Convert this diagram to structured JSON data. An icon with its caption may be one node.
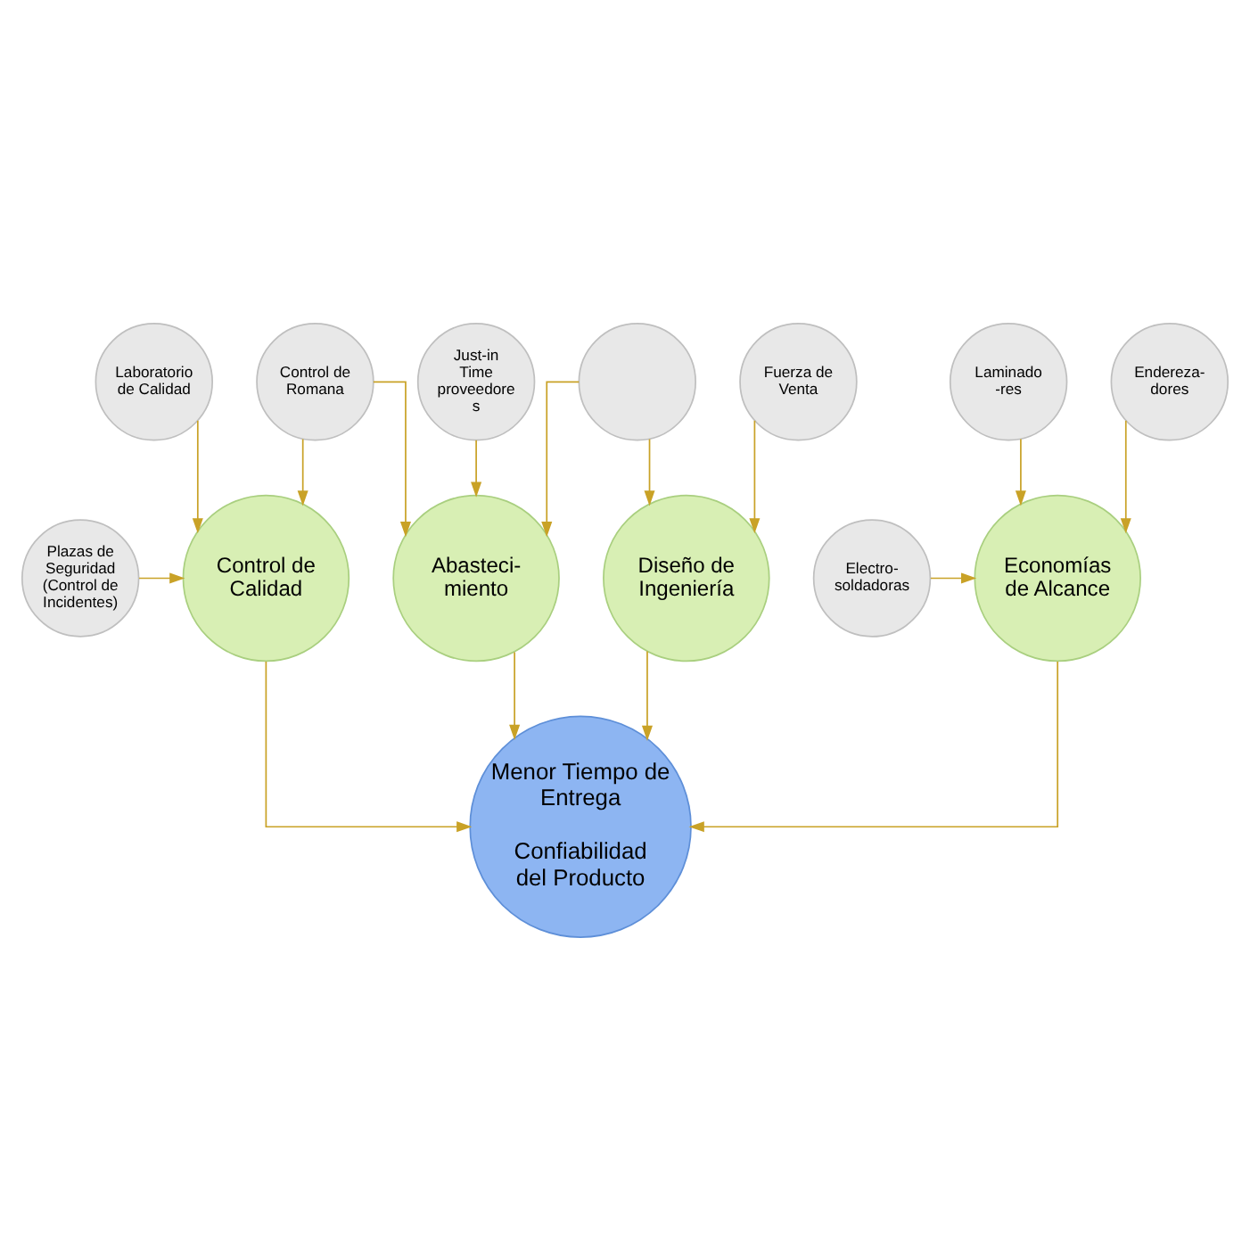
{
  "diagram": {
    "nodes": [
      {
        "text": [
          "Control de Romana"
        ]
      },
      {
        "text": [
          "Laboratorio de Calidad"
        ]
      },
      {
        "text": [
          "Just-in Time proveedore s"
        ]
      },
      {
        "text": [
          "Abasteci- miento"
        ]
      },
      {
        "text": [
          "Control de Calidad"
        ]
      },
      {
        "text": [
          "Menor Tiempo de Entrega",
          "Confiabilidad del Producto"
        ]
      },
      {
        "text": [
          "Plazas de Seguridad (Control de Incidentes)"
        ]
      },
      {
        "text": [],
        "shape": "circle"
      },
      {
        "text": [
          "Diseño de Ingeniería"
        ]
      },
      {
        "text": [
          "Economías de Alcance"
        ]
      },
      {
        "text": [
          "Electro- soldadoras"
        ]
      },
      {
        "text": [
          "Fuerza de Venta"
        ]
      },
      {
        "text": [
          "Laminado -res"
        ]
      },
      {
        "text": [
          "Endereza- dores"
        ]
      }
    ],
    "edges": [
      {
        "from": 2,
        "to": 3,
        "arrow": "to"
      },
      {
        "from": 0,
        "to": 3,
        "arrow": "to"
      },
      {
        "from": 0,
        "to": 4,
        "arrow": "to"
      },
      {
        "from": 1,
        "to": 4,
        "arrow": "to"
      },
      {
        "from": 7,
        "to": 3,
        "arrow": "to"
      },
      {
        "from": 3,
        "to": 5,
        "arrow": "to"
      },
      {
        "from": 4,
        "to": 5,
        "arrow": "to"
      },
      {
        "from": 6,
        "to": 4,
        "arrow": "to"
      },
      {
        "from": 7,
        "to": 8,
        "arrow": "to"
      },
      {
        "from": 8,
        "to": 5,
        "arrow": "to"
      },
      {
        "from": 11,
        "to": 8,
        "arrow": "to"
      },
      {
        "from": 9,
        "to": 5,
        "arrow": "to"
      },
      {
        "from": 10,
        "to": 9,
        "arrow": "to"
      },
      {
        "from": 12,
        "to": 9,
        "arrow": "to"
      },
      {
        "from": 13,
        "to": 9,
        "arrow": "to"
      }
    ]
  }
}
